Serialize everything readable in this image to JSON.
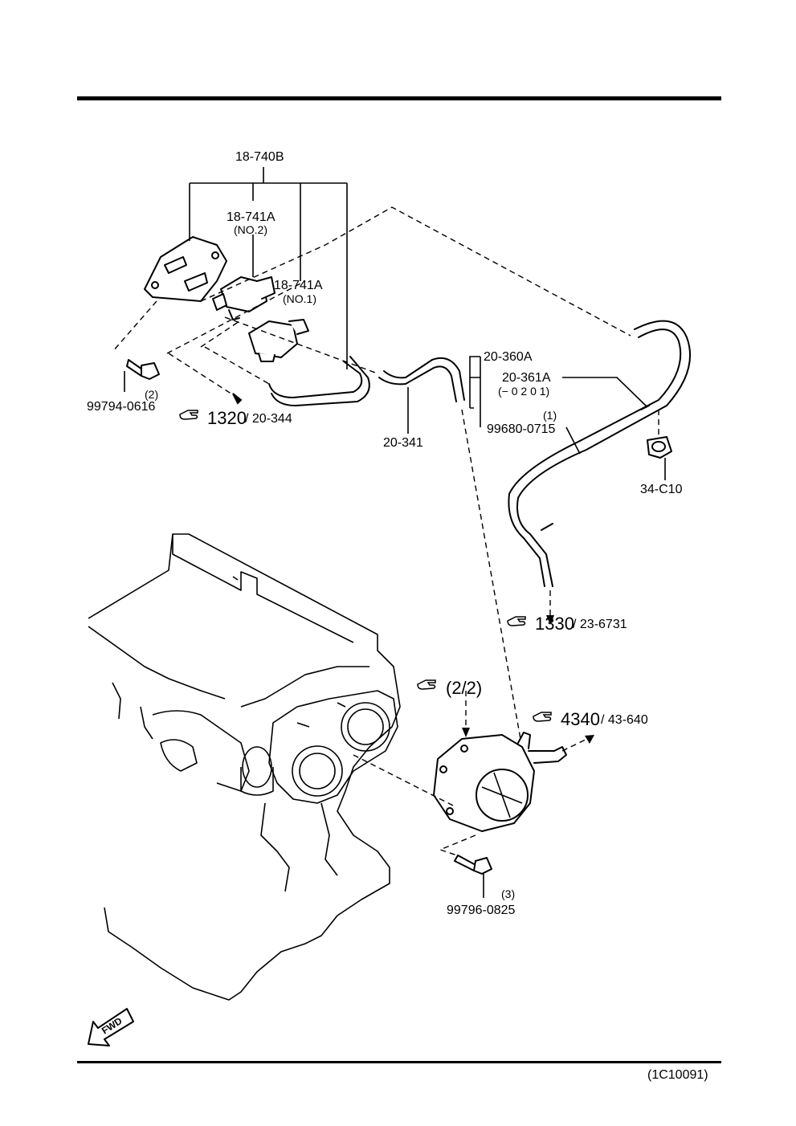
{
  "diagram_id": "(1C10091)",
  "callouts": {
    "c18_740B": "18-740B",
    "c18_741A_no2": "18-741A",
    "c18_741A_no2_sub": "(NO.2)",
    "c18_741A_no1": "18-741A",
    "c18_741A_no1_sub": "(NO.1)",
    "c99794_0616": "99794-0616",
    "c99794_qty": "(2)",
    "c20_341": "20-341",
    "c20_360A": "20-360A",
    "c20_361A": "20-361A",
    "c20_361A_sub": "(− 0 2 0 1)",
    "c99680_0715": "99680-0715",
    "c99680_qty": "(1)",
    "c34_C10": "34-C10",
    "c99796_0825": "99796-0825",
    "c99796_qty": "(3)"
  },
  "references": {
    "r1320_main": "1320",
    "r1320_sub": "/ 20-344",
    "r1330_main": "1330",
    "r1330_sub": "/ 23-6731",
    "r4340_main": "4340",
    "r4340_sub": "/ 43-640",
    "r22_main": "(2/2)"
  },
  "badge": {
    "fwd": "FWD"
  }
}
